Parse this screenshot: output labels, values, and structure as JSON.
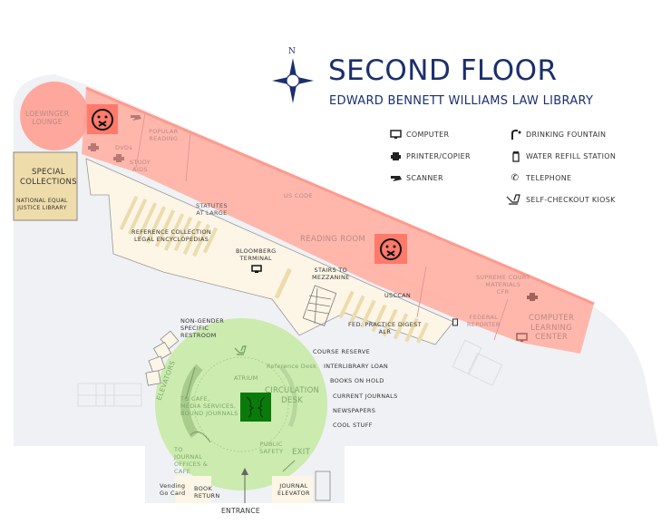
{
  "header": {
    "title": "SECOND FLOOR",
    "subtitle": "EDWARD BENNETT WILLIAMS LAW LIBRARY",
    "compass_label": "N",
    "title_color": "#1b2f6e"
  },
  "legend": {
    "items": [
      {
        "icon": "computer-icon",
        "label": "COMPUTER"
      },
      {
        "icon": "printer-icon",
        "label": "PRINTER/COPIER"
      },
      {
        "icon": "scanner-icon",
        "label": "SCANNER"
      },
      {
        "icon": "drinking-fountain-icon",
        "label": "DRINKING FOUNTAIN"
      },
      {
        "icon": "water-refill-icon",
        "label": "WATER REFILL STATION"
      },
      {
        "icon": "telephone-icon",
        "label": "TELEPHONE"
      },
      {
        "icon": "self-checkout-kiosk-icon",
        "label": "SELF-CHECKOUT KIOSK"
      }
    ]
  },
  "zones": {
    "quiet_color": "#ffb3a8",
    "quiet_marker_color": "#ff7a6b",
    "collab_color": "#c8eaa8",
    "collab_marker_color": "#0a7a0a"
  },
  "rooms": {
    "loewinger_lounge": "LOEWINGER\nLOUNGE",
    "special_collections": "SPECIAL\nCOLLECTIONS",
    "national_equal_justice": "NATIONAL EQUAL\nJUSTICE LIBRARY",
    "popular_reading": "POPULAR\nREADING",
    "dvds": "DVDs",
    "study_aids": "STUDY\nAIDS",
    "us_code": "US CODE",
    "statutes_at_large": "STATUTES\nAT LARGE",
    "reference_collection": "REFERENCE COLLECTION\nLEGAL ENCYCLOPEDIAS",
    "bloomberg_terminal": "BLOOMBERG\nTERMINAL",
    "reading_room": "READING ROOM",
    "stairs_to_mezzanine": "STAIRS TO\nMEZZANINE",
    "usccan": "USCCAN",
    "fed_practice_digest": "FED. PRACTICE DIGEST\nALR",
    "supreme_court_materials": "SUPREME COURT\nMATERIALS\nCFR",
    "federal_reporter": "FEDERAL\nREPORTER",
    "computer_learning_center": "COMPUTER\nLEARNING\nCENTER",
    "non_gender_restroom": "NON-GENDER\nSPECIFIC\nRESTROOM",
    "elevators": "ELEVATORS",
    "atrium": "ATRIUM",
    "reference_desk": "Reference Desk",
    "circulation_desk": "CIRCULATION\nDESK",
    "to_cafe": "TO CAFE,\nMEDIA SERVICES,\nBOUND JOURNALS",
    "to_journal_offices": "TO\nJOURNAL\nOFFICES &\nCAFE",
    "public_safety": "PUBLIC\nSAFETY",
    "exit": "EXIT",
    "vending": "Vending\nGo Card",
    "book_return": "BOOK\nRETURN",
    "journal_elevator": "JOURNAL\nELEVATOR",
    "entrance": "ENTRANCE"
  },
  "circulation_services": [
    "COURSE RESERVE",
    "INTERLIBRARY LOAN",
    "BOOKS ON HOLD",
    "CURRENT JOURNALS",
    "NEWSPAPERS",
    "COOL STUFF"
  ]
}
